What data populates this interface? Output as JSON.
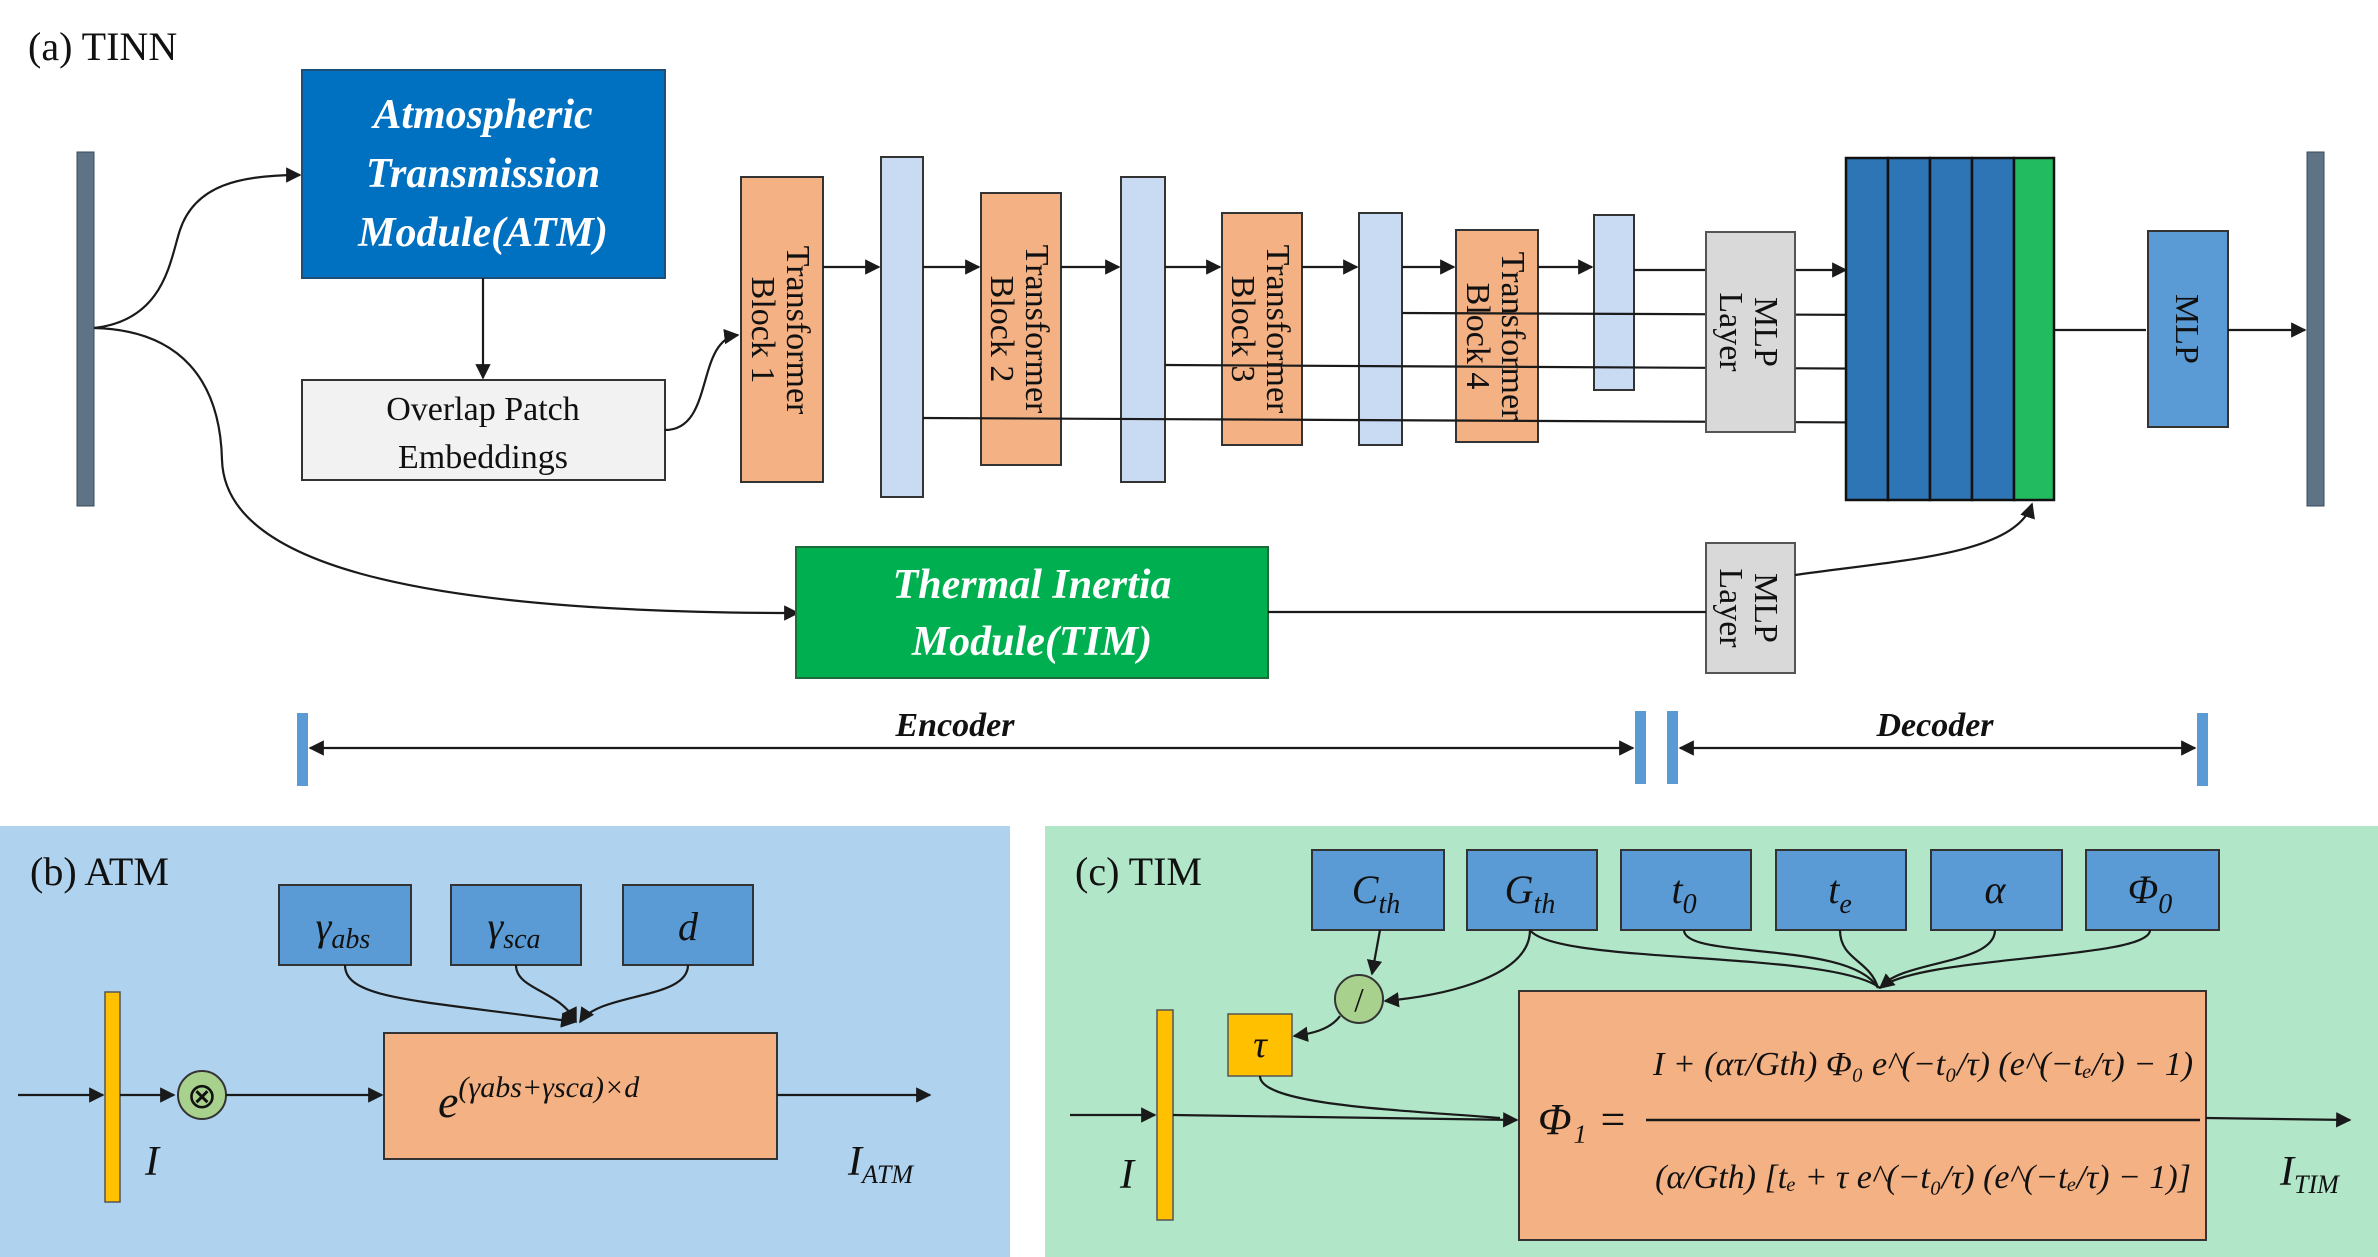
{
  "panel_a": {
    "label": "(a) TINN",
    "atm": [
      "Atmospheric",
      "Transmission",
      "Module(ATM)"
    ],
    "patch": [
      "Overlap Patch",
      "Embeddings"
    ],
    "transformer_blocks": [
      [
        "Transformer",
        "Block 1"
      ],
      [
        "Transformer",
        "Block 2"
      ],
      [
        "Transformer",
        "Block 3"
      ],
      [
        "Transformer",
        "Block 4"
      ]
    ],
    "mlp_layer": [
      "MLP",
      "Layer"
    ],
    "mlp_layer_2": [
      "MLP",
      "Layer"
    ],
    "mlp": "MLP",
    "tim": [
      "Thermal Inertia",
      "Module(TIM)"
    ],
    "encoder": "Encoder",
    "decoder": "Decoder"
  },
  "panel_b": {
    "label": "(b) ATM",
    "params": [
      "γabs",
      "γsca",
      "d"
    ],
    "param_base": [
      "γ",
      "γ",
      "d"
    ],
    "param_sub": [
      "abs",
      "sca",
      ""
    ],
    "formula_base": "e",
    "formula_exp": "(γabs+γsca)×d",
    "input_label": "I",
    "output_label": "I",
    "output_sub": "ATM",
    "multiply_symbol": "⊗"
  },
  "panel_c": {
    "label": "(c) TIM",
    "param_base": [
      "C",
      "G",
      "t",
      "t",
      "α",
      "Φ"
    ],
    "param_sub": [
      "th",
      "th",
      "0",
      "e",
      "",
      "0"
    ],
    "divide_symbol": "/",
    "tau": "τ",
    "input_label": "I",
    "output_label": "I",
    "output_sub": "TIM",
    "formula_lhs": "Φ₁ =",
    "numerator": "I + (ατ/Gth) Φ₀ e^(−t₀/τ) (e^(−tₑ/τ) − 1)",
    "denominator": "(α/Gth) [tₑ + τ e^(−t₀/τ) (e^(−tₑ/τ) − 1)]"
  },
  "colors": {
    "atm_blue": "#0070c0",
    "tim_green": "#00b050",
    "transformer_orange": "#f4b183",
    "feature_light": "#c9daf3",
    "decoder_blue": "#2e75b6",
    "decoder_green": "#22bb5f",
    "mlp_blue": "#5b9bd5",
    "gray_layer": "#d9d9d9",
    "panel_b_bg": "#afd3ee",
    "panel_c_bg": "#b1e6c9",
    "param_blue": "#5b9bd5",
    "tau_yellow": "#ffc000"
  }
}
